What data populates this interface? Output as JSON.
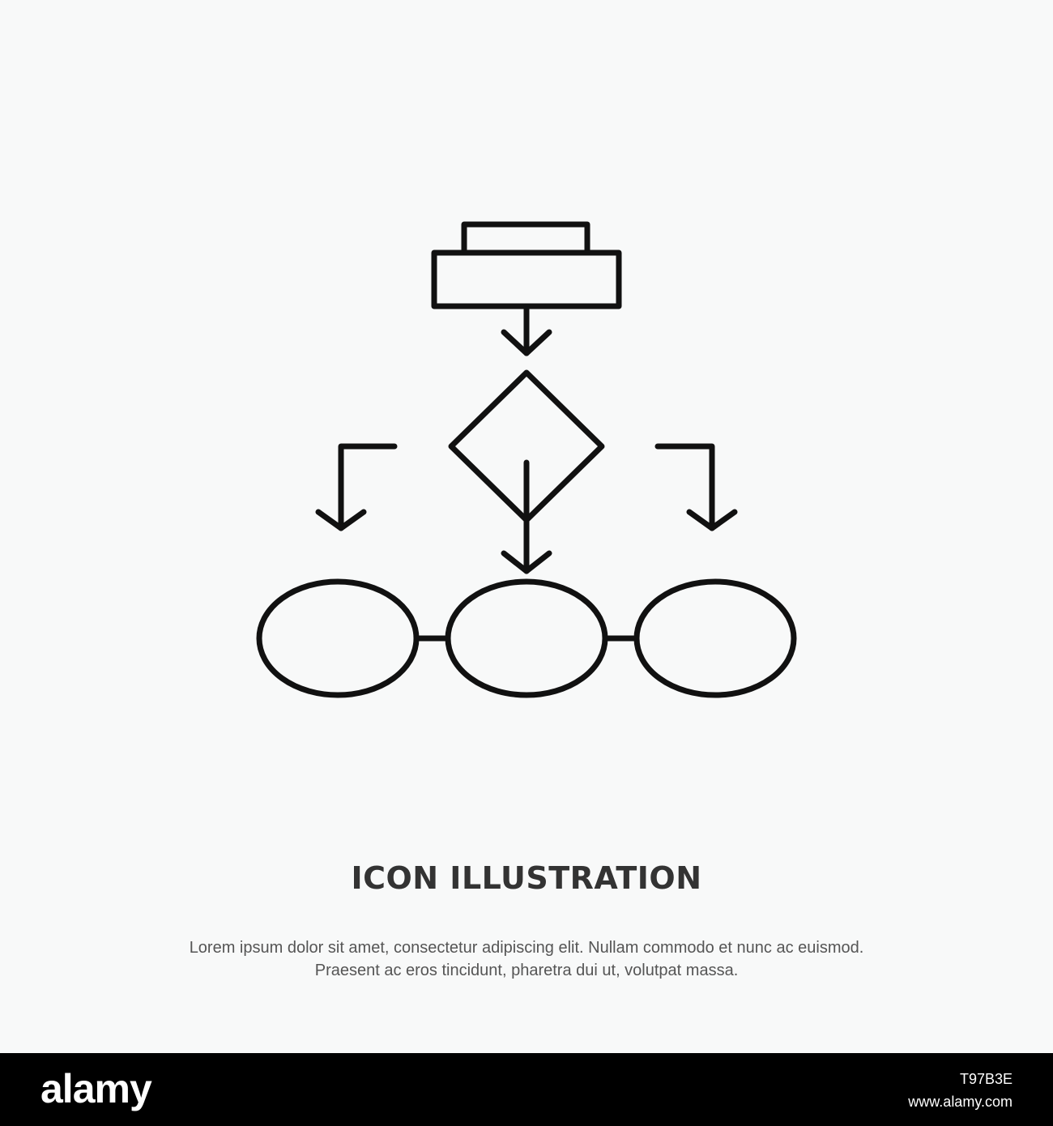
{
  "illustration": {
    "icon": "flowchart-algorithm-icon",
    "stroke_color": "#111111"
  },
  "heading": "ICON ILLUSTRATION",
  "description": {
    "line1": "Lorem ipsum dolor sit amet, consectetur adipiscing elit. Nullam commodo et nunc ac euismod.",
    "line2": "Praesent ac eros tincidunt, pharetra dui ut, volutpat massa."
  },
  "footer": {
    "brand": "alamy",
    "image_id": "T97B3E",
    "site": "www.alamy.com"
  },
  "colors": {
    "background": "#f8f9f9",
    "heading": "#333333",
    "text": "#555555",
    "footer_bg": "#000000",
    "footer_text": "#ffffff"
  }
}
